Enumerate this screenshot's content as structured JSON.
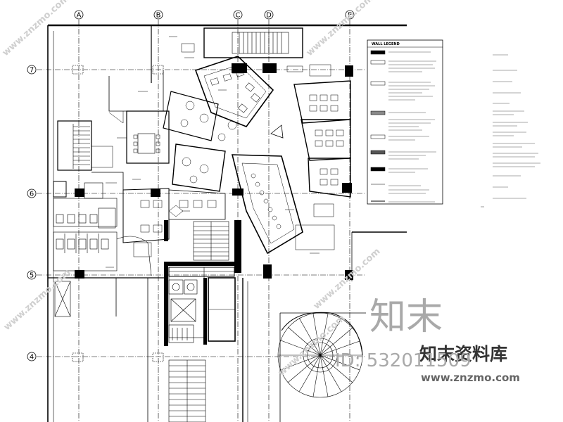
{
  "grid": {
    "columns": [
      "A",
      "B",
      "C",
      "D",
      "E"
    ],
    "rows": [
      "7",
      "6",
      "5",
      "4"
    ]
  },
  "legend": {
    "title": "WALL LEGEND"
  },
  "watermark": {
    "brand_cn": "知末",
    "site_name": "知末资料库",
    "id_text": "ID: 532011509",
    "url": "www.znzmo.com",
    "diagonal_text": "www.znzmo.com"
  },
  "colors": {
    "line": "#000000",
    "watermark": "#a9a9a9",
    "watermark_light": "#cfcfcf",
    "background": "#ffffff"
  }
}
